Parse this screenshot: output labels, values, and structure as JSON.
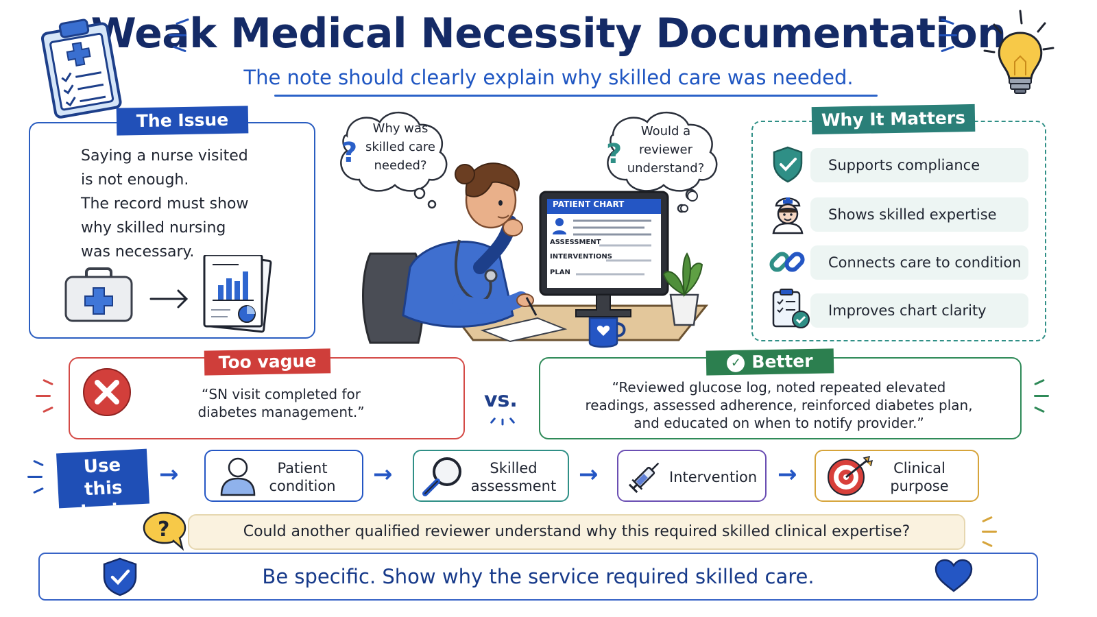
{
  "header": {
    "title": "Weak Medical Necessity Documentation",
    "subtitle": "The note should clearly explain why skilled care was needed."
  },
  "issue": {
    "heading": "The Issue",
    "lines": [
      "Saying a nurse visited",
      "is not enough.",
      "The record must show",
      "why skilled nursing",
      "was necessary."
    ]
  },
  "illustration": {
    "thought_left": [
      "Why was",
      "skilled care",
      "needed?"
    ],
    "thought_right": [
      "Would a",
      "reviewer",
      "understand?"
    ],
    "screen": {
      "title": "PATIENT CHART",
      "rows": [
        "ASSESSMENT",
        "INTERVENTIONS",
        "PLAN"
      ]
    }
  },
  "matters": {
    "heading": "Why It Matters",
    "items": [
      {
        "label": "Supports compliance",
        "icon": "shield-check-icon"
      },
      {
        "label": "Shows skilled expertise",
        "icon": "nurse-icon"
      },
      {
        "label": "Connects care to condition",
        "icon": "chain-link-icon"
      },
      {
        "label": "Improves chart clarity",
        "icon": "clipboard-check-icon"
      }
    ]
  },
  "comparison": {
    "vague_heading": "Too vague",
    "vague_lines": [
      "“SN visit completed for",
      "diabetes management.”"
    ],
    "vs": "vs.",
    "better_heading": "Better",
    "better_lines": [
      "“Reviewed glucose log, noted repeated elevated",
      "readings, assessed adherence, reinforced diabetes plan,",
      "and educated on when to notify provider.”"
    ]
  },
  "logic": {
    "heading_lines": [
      "Use",
      "this logic"
    ],
    "steps": [
      {
        "lines": [
          "Patient",
          "condition"
        ],
        "icon": "person-icon"
      },
      {
        "lines": [
          "Skilled",
          "assessment"
        ],
        "icon": "magnifier-icon"
      },
      {
        "lines": [
          "Intervention"
        ],
        "icon": "syringe-icon"
      },
      {
        "lines": [
          "Clinical",
          "purpose"
        ],
        "icon": "target-icon"
      }
    ]
  },
  "question": "Could another qualified reviewer understand why this required skilled clinical expertise?",
  "footer": "Be specific. Show why the service required skilled care.",
  "colors": {
    "navy": "#142a66",
    "blue": "#1f56c2",
    "teal": "#2f8f86",
    "red": "#d44a46",
    "green": "#2f8a58",
    "gold": "#d6a43a",
    "purple": "#6b4fb3"
  }
}
